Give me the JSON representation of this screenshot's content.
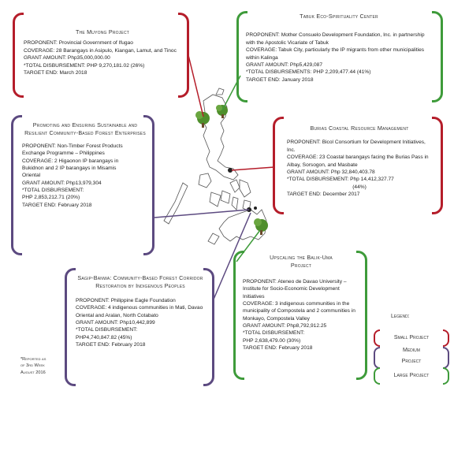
{
  "colors": {
    "small": "#b51d2a",
    "medium": "#5c4a80",
    "large": "#3e9b3a"
  },
  "panels": {
    "muyong": {
      "title": "The Muyong Project",
      "lines": [
        "PROPONENT: Provincial Government of Ifugao",
        "COVERAGE: 28 Barangays in Asipulo, Kiangan, Lamut, and Tinoc",
        "GRANT AMOUNT: Php35,000,000.00",
        "*TOTAL DISBURSEMENT: PHP 9,270,181.02 (26%)",
        "TARGET END: March 2018"
      ]
    },
    "tabuk": {
      "title": "Tabuk Eco-Spirituality Center",
      "lines": [
        "PROPONENT: Mother Consuelo Development Foundation, Inc. in partnership with the Apostolic Vicariate of Tabuk",
        "COVERAGE: Tabuk City, particularly the IP migrants from other municipalities within Kalinga",
        "GRANT AMOUNT: Php5,429,087",
        "*TOTAL DISBURSEMENTS: PHP 2,209,477.44 (41%)",
        "TARGET END: January 2018"
      ]
    },
    "promoting": {
      "title": "Promoting and Ensuring Sustainable and Resilient Community-Based Forest Enterprises",
      "lines": [
        "PROPONENT: Non-Timber Forest Products Exchange Programme – Philippines",
        "COVERAGE: 2 Higaonon IP barangays in Bukidnon and 2 IP barangays in Misamis Oriental",
        "GRANT AMOUNT: Php13,979,304",
        "*TOTAL DISBURSEMENT:",
        "PHP 2,853,212.71 (20%)",
        "TARGET END: February 2018"
      ]
    },
    "burias": {
      "title": "Burias Coastal Resource Management",
      "lines": [
        "PROPONENT: Bicol Consortium for Development Initiatives, Inc.",
        "COVERAGE: 23 Coastal barangays facing the Burias Pass in Albay, Sorsogon, and Masbate",
        "GRANT AMOUNT: Php 32,840,403.78",
        "*TOTAL DISBURSEMENT: Php 14,412,327.77",
        "(44%)",
        "TARGET END: December 2017"
      ]
    },
    "upscaling": {
      "title": "Upscaling the Balik-Uma Project",
      "lines": [
        "PROPONENT: Ateneo de Davao University – Institute for Socio-Economic Development Initiatives",
        "COVERAGE: 3 indigenous communities in the municipality of Compostela and 2 communities in Monkayo, Compostela Valley",
        "GRANT AMOUNT: Php8,792,912.25",
        "*TOTAL DISBURSEMENT:",
        "PHP 2,638,479.00 (30%)",
        "TARGET END: February 2018"
      ]
    },
    "sagip": {
      "title": "Sagip-Banwa: Community-Based Forest Corridor Restoration by Indigenous Peoples",
      "lines": [
        "PROPONENT: Philippine Eagle Foundation",
        "COVERAGE: 4 indigenous communities in Mati, Davao Oriental and Aralan, North Cotabato",
        "GRANT AMOUNT: Php10,442,899",
        "*TOTAL DISBURSEMENT:",
        "PHP4,740,847.82 (45%)",
        "TARGET END: February 2018"
      ]
    }
  },
  "note": [
    "*Reported as",
    "of 3rd Week",
    "August 2016"
  ],
  "legend": {
    "title": "Legend:",
    "small": "Small Project",
    "medium_1": "Medium",
    "medium_2": "Project",
    "large": "Large Project"
  }
}
